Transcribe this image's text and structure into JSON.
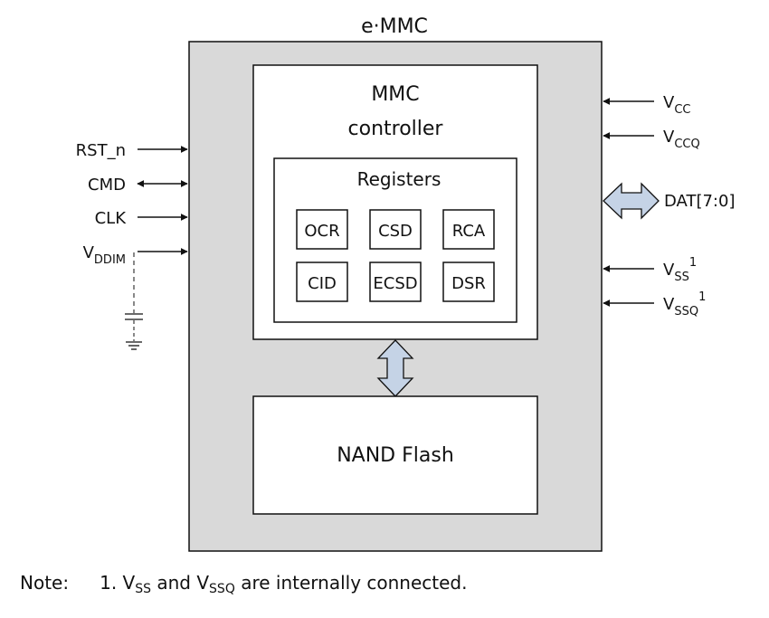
{
  "diagram": {
    "title": "e·MMC",
    "controller": {
      "line1": "MMC",
      "line2": "controller"
    },
    "registers": {
      "title": "Registers",
      "items": [
        "OCR",
        "CSD",
        "RCA",
        "CID",
        "ECSD",
        "DSR"
      ]
    },
    "nand": "NAND Flash",
    "left_signals": [
      {
        "text": "RST_n",
        "sub": "",
        "sup": "",
        "direction": "in"
      },
      {
        "text": "CMD",
        "sub": "",
        "sup": "",
        "direction": "bidirectional"
      },
      {
        "text": "CLK",
        "sub": "",
        "sup": "",
        "direction": "in"
      },
      {
        "text": "V",
        "sub": "DDIM",
        "sup": "",
        "direction": "in"
      }
    ],
    "right_signals": [
      {
        "text": "V",
        "sub": "CC",
        "sup": "",
        "direction": "in"
      },
      {
        "text": "V",
        "sub": "CCQ",
        "sup": "",
        "direction": "in"
      },
      {
        "text": "DAT[7:0]",
        "sub": "",
        "sup": "",
        "direction": "bus-bidirectional"
      },
      {
        "text": "V",
        "sub": "SS",
        "sup": "1",
        "direction": "in"
      },
      {
        "text": "V",
        "sub": "SSQ",
        "sup": "1",
        "direction": "in"
      }
    ],
    "colors": {
      "chip_fill": "#d9d9d9",
      "bus_fill": "#c5d3e6",
      "stroke": "#111111"
    }
  },
  "note": {
    "label": "Note:",
    "number": "1.",
    "parts": [
      "V",
      "SS",
      " and V",
      "SSQ",
      " are internally connected."
    ]
  }
}
